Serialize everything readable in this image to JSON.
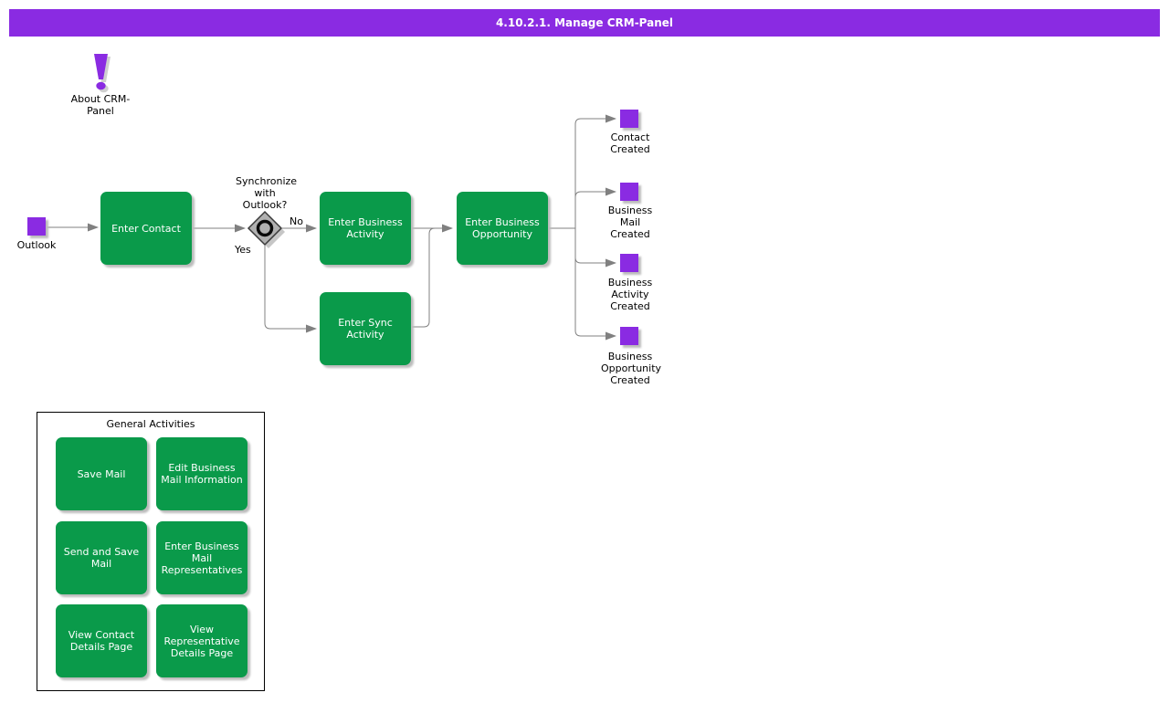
{
  "title_bar": {
    "text": "4.10.2.1. Manage CRM-Panel"
  },
  "colors": {
    "accent_purple": "#8a2be2",
    "activity_green": "#0a9a4a",
    "connector_gray": "#808080"
  },
  "about": {
    "label": "About CRM-Panel"
  },
  "flow": {
    "start_event": {
      "label": "Outlook"
    },
    "decision": {
      "question": "Synchronize with Outlook?",
      "branch_no": "No",
      "branch_yes": "Yes"
    },
    "activities": [
      {
        "label": "Enter Contact"
      },
      {
        "label": "Enter Business Activity"
      },
      {
        "label": "Enter Sync Activity"
      },
      {
        "label": "Enter Business Opportunity"
      }
    ],
    "end_events": [
      {
        "label": "Contact Created"
      },
      {
        "label": "Business Mail Created"
      },
      {
        "label": "Business Activity Created"
      },
      {
        "label": "Business Opportunity Created"
      }
    ]
  },
  "general_activities": {
    "title": "General Activities",
    "items": [
      {
        "label": "Save Mail"
      },
      {
        "label": "Edit Business Mail Information"
      },
      {
        "label": "Send and Save Mail"
      },
      {
        "label": "Enter Business Mail Representatives"
      },
      {
        "label": "View Contact Details Page"
      },
      {
        "label": "View Representative Details Page"
      }
    ]
  }
}
